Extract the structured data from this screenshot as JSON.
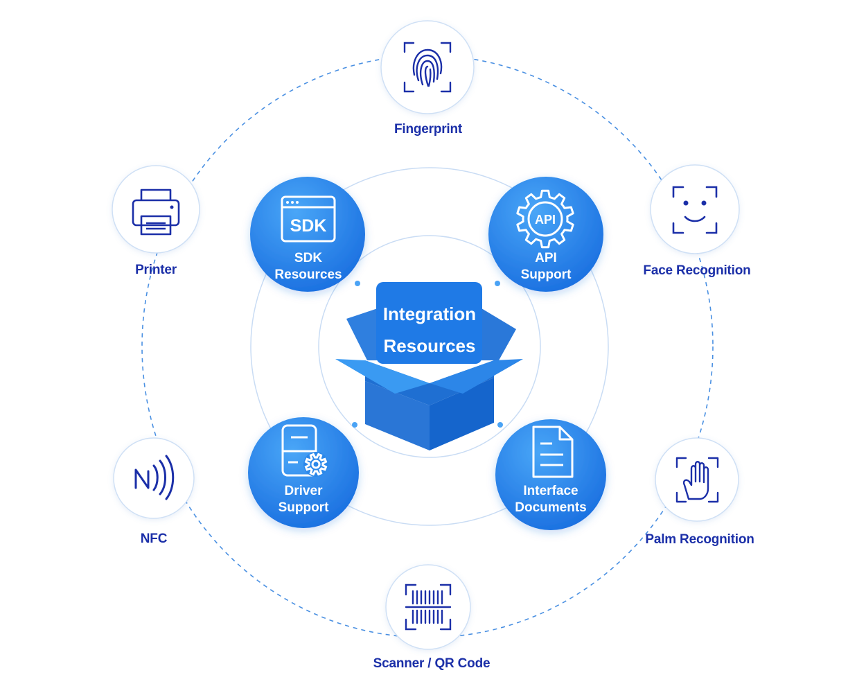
{
  "center": {
    "line1": "Integration",
    "line2": "Resources",
    "icon": "open-box-icon"
  },
  "inner_nodes": [
    {
      "id": "sdk",
      "line1": "SDK",
      "line2": "Resources",
      "icon": "sdk-window-icon",
      "icon_text": "SDK"
    },
    {
      "id": "api",
      "line1": "API",
      "line2": "Support",
      "icon": "api-gear-icon",
      "icon_text": "API"
    },
    {
      "id": "driver",
      "line1": "Driver",
      "line2": "Support",
      "icon": "driver-settings-icon"
    },
    {
      "id": "docs",
      "line1": "Interface",
      "line2": "Documents",
      "icon": "document-icon"
    }
  ],
  "outer_nodes": [
    {
      "id": "fingerprint",
      "label": "Fingerprint",
      "icon": "fingerprint-icon"
    },
    {
      "id": "face",
      "label": "Face Recognition",
      "icon": "face-scan-icon"
    },
    {
      "id": "palm",
      "label": "Palm Recognition",
      "icon": "palm-scan-icon"
    },
    {
      "id": "scanner",
      "label": "Scanner / QR Code",
      "icon": "barcode-scanner-icon"
    },
    {
      "id": "nfc",
      "label": "NFC",
      "icon": "nfc-icon"
    },
    {
      "id": "printer",
      "label": "Printer",
      "icon": "printer-icon"
    }
  ],
  "colors": {
    "primary_blue": "#1e7be6",
    "light_blue": "#4aa3f5",
    "dark_navy": "#1b2fa8",
    "ring_line": "#c9dcf4",
    "dashed_line": "#4a90e2",
    "outer_circle_border": "#cfe0f5"
  }
}
